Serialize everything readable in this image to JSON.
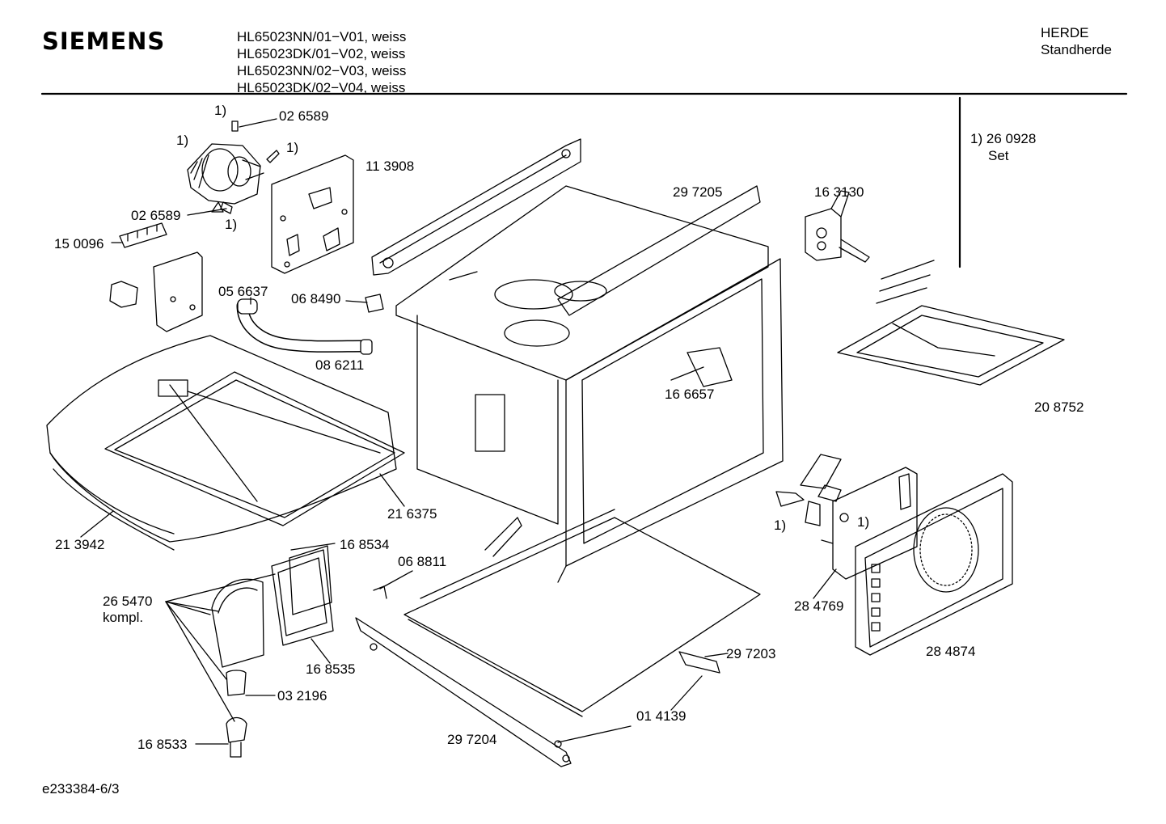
{
  "header": {
    "brand": "SIEMENS",
    "models": [
      "HL65023NN/01−V01, weiss",
      "HL65023DK/01−V02, weiss",
      "HL65023NN/02−V03, weiss",
      "HL65023DK/02−V04, weiss"
    ],
    "category": "HERDE",
    "subcategory": "Standherde"
  },
  "note": {
    "marker": "1)",
    "part": "26 0928",
    "text": "Set"
  },
  "parts": [
    {
      "label": "1)",
      "id": "m1"
    },
    {
      "label": "02 6589",
      "id": "p026589a"
    },
    {
      "label": "1)",
      "id": "m2"
    },
    {
      "label": "1)",
      "id": "m3"
    },
    {
      "label": "11 3908",
      "id": "p113908"
    },
    {
      "label": "02 6589",
      "id": "p026589b"
    },
    {
      "label": "1)",
      "id": "m4"
    },
    {
      "label": "15 0096",
      "id": "p150096"
    },
    {
      "label": "29 7205",
      "id": "p297205"
    },
    {
      "label": "16 3130",
      "id": "p163130"
    },
    {
      "label": "05 6637",
      "id": "p056637"
    },
    {
      "label": "06 8490",
      "id": "p068490"
    },
    {
      "label": "08 6211",
      "id": "p086211"
    },
    {
      "label": "16 6657",
      "id": "p166657"
    },
    {
      "label": "20 8752",
      "id": "p208752"
    },
    {
      "label": "21 6375",
      "id": "p216375"
    },
    {
      "label": "21 3942",
      "id": "p213942"
    },
    {
      "label": "16 8534",
      "id": "p168534"
    },
    {
      "label": "06 8811",
      "id": "p068811"
    },
    {
      "label": "1)",
      "id": "m5"
    },
    {
      "label": "1)",
      "id": "m6"
    },
    {
      "label": "26 5470",
      "id": "p265470"
    },
    {
      "label": "kompl.",
      "id": "kompl"
    },
    {
      "label": "28 4769",
      "id": "p284769"
    },
    {
      "label": "29 7203",
      "id": "p297203"
    },
    {
      "label": "28 4874",
      "id": "p284874"
    },
    {
      "label": "16 8535",
      "id": "p168535"
    },
    {
      "label": "03 2196",
      "id": "p032196"
    },
    {
      "label": "01 4139",
      "id": "p014139"
    },
    {
      "label": "29 7204",
      "id": "p297204"
    },
    {
      "label": "16 8533",
      "id": "p168533"
    }
  ],
  "footer": {
    "code": "e233384-6/3"
  }
}
